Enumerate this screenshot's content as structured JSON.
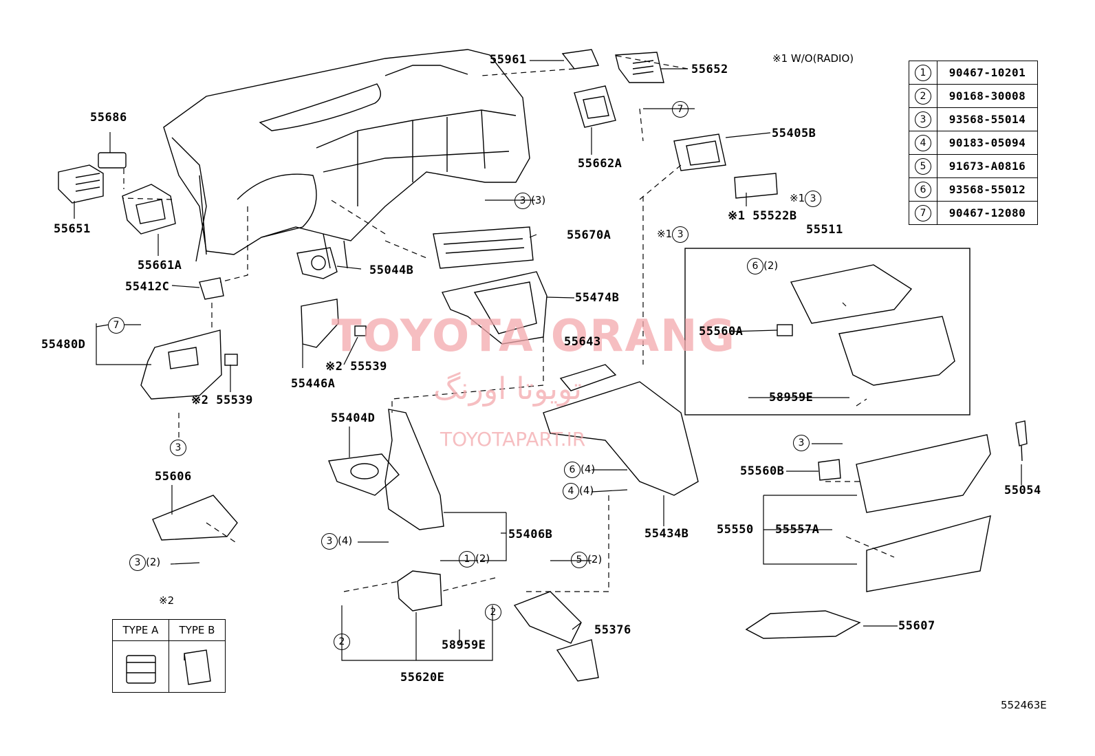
{
  "header_note": "※1 W/O(RADIO)",
  "figure_code": "552463E",
  "watermark": {
    "brand": "TOYOTA ORANG",
    "brand_fa": "تویوتا اورنگ",
    "site": "TOYOTAPART.IR"
  },
  "legend": [
    {
      "ref": "1",
      "part": "90467-10201"
    },
    {
      "ref": "2",
      "part": "90168-30008"
    },
    {
      "ref": "3",
      "part": "93568-55014"
    },
    {
      "ref": "4",
      "part": "90183-05094"
    },
    {
      "ref": "5",
      "part": "91673-A0816"
    },
    {
      "ref": "6",
      "part": "93568-55012"
    },
    {
      "ref": "7",
      "part": "90467-12080"
    }
  ],
  "type_table": {
    "note": "※2",
    "col_a": "TYPE A",
    "col_b": "TYPE B"
  },
  "parts": {
    "p55961": "55961",
    "p55652": "55652",
    "p55686": "55686",
    "p55651": "55651",
    "p55661A": "55661A",
    "p55662A": "55662A",
    "p55405B": "55405B",
    "p55522B": "※1 55522B",
    "p55670A": "55670A",
    "p55044B": "55044B",
    "p55412C": "55412C",
    "p55474B": "55474B",
    "p55511": "55511",
    "p55560A": "55560A",
    "p55480D": "55480D",
    "p55539a": "※2 55539",
    "p55539b": "※2 55539",
    "p55446A": "55446A",
    "p55643": "55643",
    "p58959Ea": "58959E",
    "p55404D": "55404D",
    "p55606": "55606",
    "p55406B": "55406B",
    "p55434B": "55434B",
    "p55560B": "55560B",
    "p55054": "55054",
    "p55550": "55550",
    "p55557A": "55557A",
    "p55376": "55376",
    "p58959Eb": "58959E",
    "p55620E": "55620E",
    "p55607": "55607"
  },
  "callouts": {
    "c3_3_top": {
      "num": "3",
      "qty": "(3)"
    },
    "c7_top": {
      "num": "7"
    },
    "c3_x1_right": {
      "mark": "※1",
      "num": "3"
    },
    "c3_x1_left": {
      "mark": "※1",
      "num": "3"
    },
    "c6_2_box": {
      "num": "6",
      "qty": "(2)"
    },
    "c7_left": {
      "num": "7"
    },
    "c3_left": {
      "num": "3"
    },
    "c3_2_left": {
      "num": "3",
      "qty": "(2)"
    },
    "c3_4_mid": {
      "num": "3",
      "qty": "(4)"
    },
    "c1_2_mid": {
      "num": "1",
      "qty": "(2)"
    },
    "c6_4": {
      "num": "6",
      "qty": "(4)"
    },
    "c4_4": {
      "num": "4",
      "qty": "(4)"
    },
    "c5_2": {
      "num": "5",
      "qty": "(2)"
    },
    "c3_right": {
      "num": "3"
    },
    "c2_left": {
      "num": "2"
    },
    "c2_right": {
      "num": "2"
    }
  }
}
